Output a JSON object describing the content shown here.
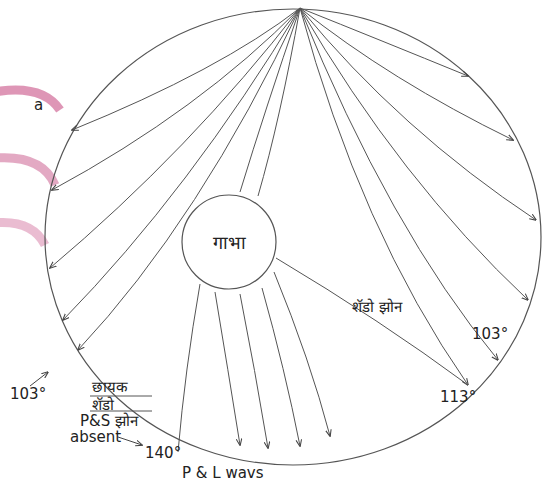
{
  "diagram": {
    "nodes": [
      {
        "text": [
          "गाभा"
        ]
      }
    ],
    "labels": [
      "a",
      "शॅडो झोन",
      "103°",
      "113°",
      "103°",
      "छायक शॅडो",
      "P&S झोन",
      "absent",
      "140°",
      "P & L wavs"
    ]
  }
}
